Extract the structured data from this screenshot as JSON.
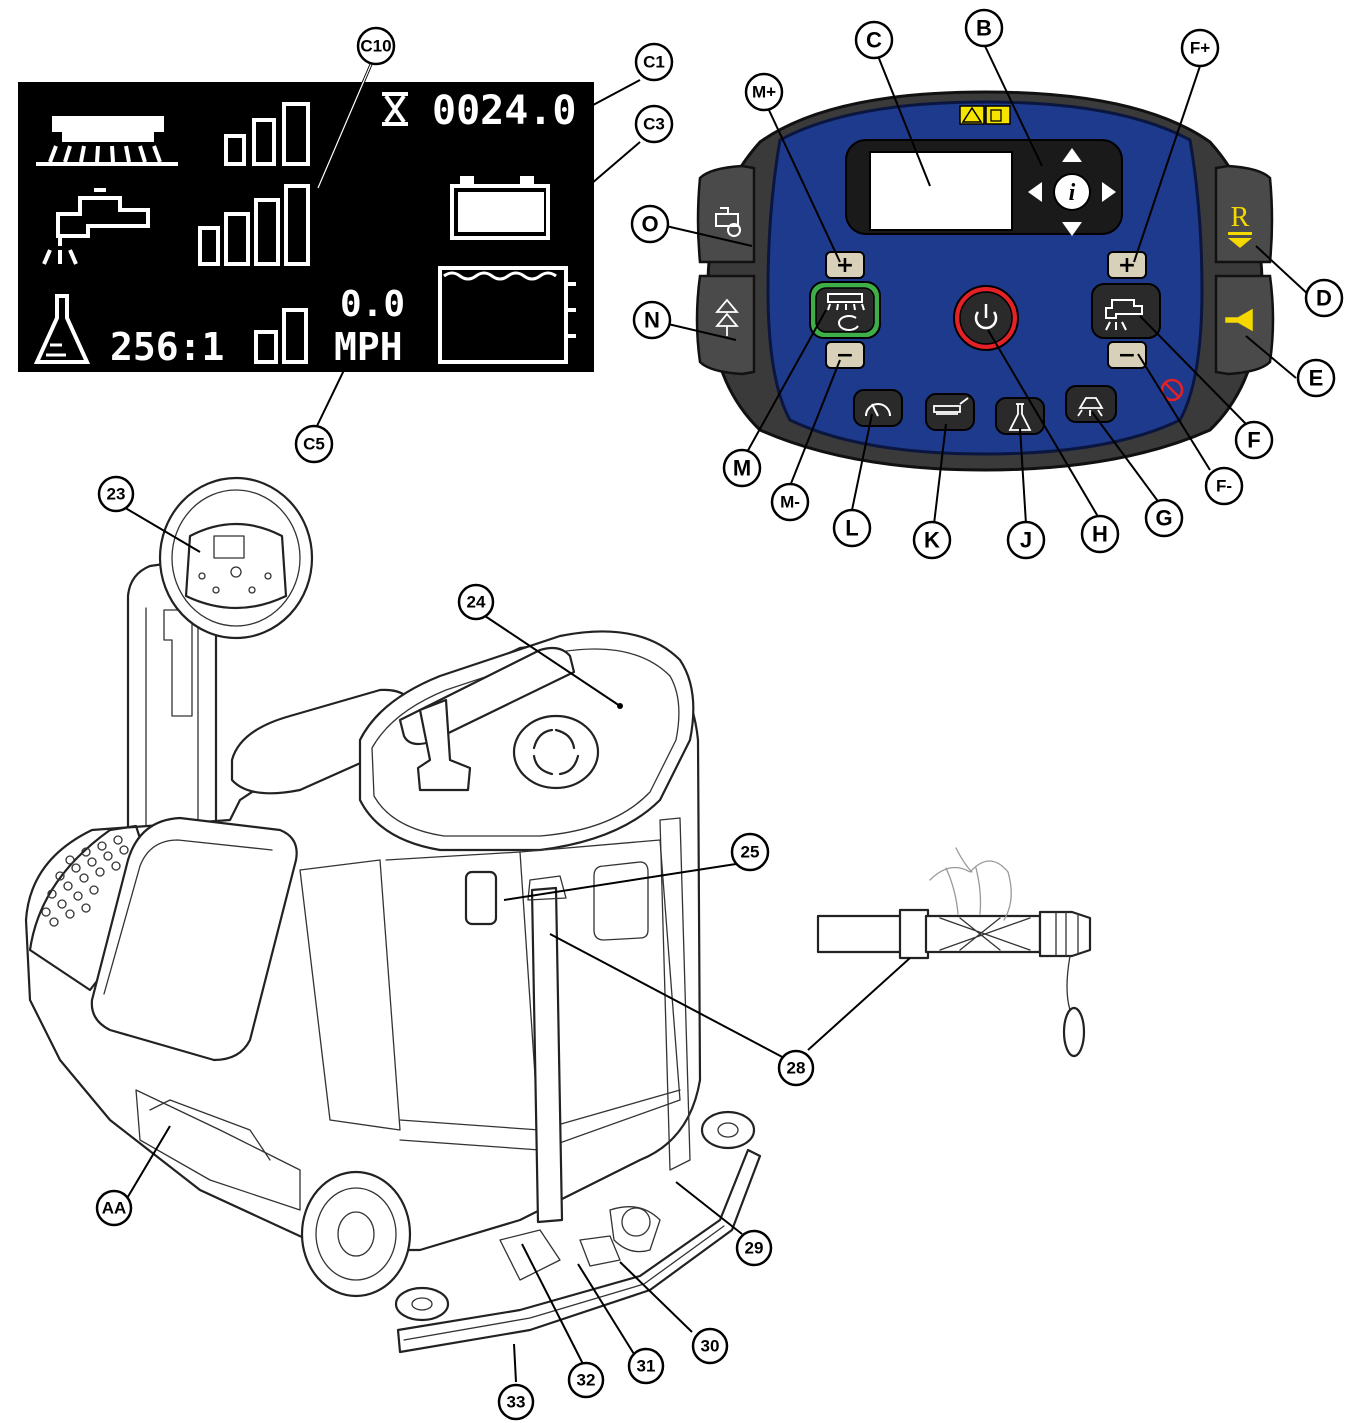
{
  "lcd": {
    "hours": "0024.0",
    "ratio": "256:1",
    "speed_value": "0.0",
    "speed_unit": "MPH"
  },
  "panel": {
    "buttons": {
      "plus": "+",
      "minus": "−",
      "reverse_letter": "R"
    },
    "colors": {
      "panel_blue": "#1d3a8c",
      "bezel_dark": "#3a3a3a",
      "power_ring": "#e32126",
      "brush_ring": "#3fae49",
      "reverse_yellow": "#f5d800",
      "horn_yellow": "#f5d800",
      "warning_yellow": "#f5e400"
    }
  },
  "callouts": [
    {
      "id": "c10",
      "label": "C10"
    },
    {
      "id": "c1",
      "label": "C1"
    },
    {
      "id": "c3",
      "label": "C3"
    },
    {
      "id": "c5",
      "label": "C5"
    },
    {
      "id": "c",
      "label": "C"
    },
    {
      "id": "b",
      "label": "B"
    },
    {
      "id": "fplus",
      "label": "F+"
    },
    {
      "id": "mplus",
      "label": "M+"
    },
    {
      "id": "o",
      "label": "O"
    },
    {
      "id": "n",
      "label": "N"
    },
    {
      "id": "d",
      "label": "D"
    },
    {
      "id": "e",
      "label": "E"
    },
    {
      "id": "f",
      "label": "F"
    },
    {
      "id": "fminus",
      "label": "F-"
    },
    {
      "id": "g",
      "label": "G"
    },
    {
      "id": "h",
      "label": "H"
    },
    {
      "id": "j",
      "label": "J"
    },
    {
      "id": "k",
      "label": "K"
    },
    {
      "id": "l",
      "label": "L"
    },
    {
      "id": "mminus",
      "label": "M-"
    },
    {
      "id": "m",
      "label": "M"
    },
    {
      "id": "n23",
      "label": "23"
    },
    {
      "id": "n24",
      "label": "24"
    },
    {
      "id": "n25",
      "label": "25"
    },
    {
      "id": "n28",
      "label": "28"
    },
    {
      "id": "n29",
      "label": "29"
    },
    {
      "id": "n30",
      "label": "30"
    },
    {
      "id": "n31",
      "label": "31"
    },
    {
      "id": "n32",
      "label": "32"
    },
    {
      "id": "n33",
      "label": "33"
    },
    {
      "id": "aa",
      "label": "AA"
    }
  ]
}
